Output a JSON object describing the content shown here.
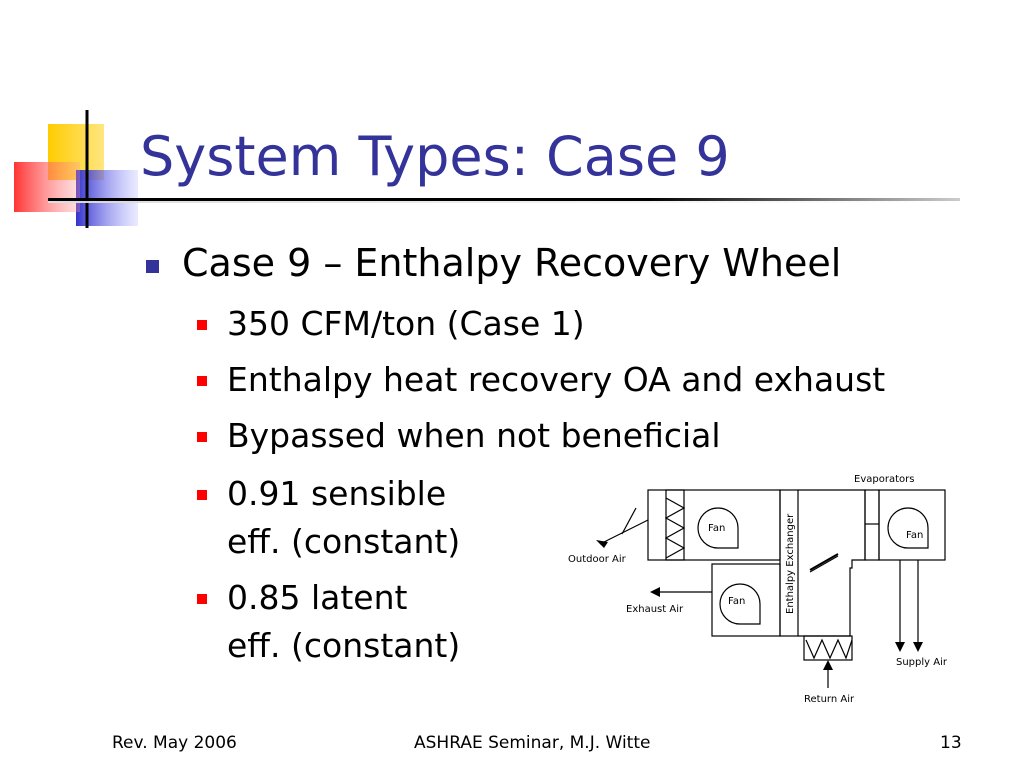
{
  "slide": {
    "title": "System Types: Case 9",
    "bullets": {
      "main": "Case 9 – Enthalpy Recovery Wheel",
      "sub": [
        {
          "line1": "350 CFM/ton (Case 1)"
        },
        {
          "line1": "Enthalpy heat recovery OA and exhaust"
        },
        {
          "line1": "Bypassed when not beneficial"
        },
        {
          "line1": "0.91 sensible",
          "line2": "eff. (constant)"
        },
        {
          "line1": "0.85 latent",
          "line2": "eff. (constant)"
        }
      ]
    }
  },
  "diagram": {
    "evaporators": "Evaporators",
    "fan_supply": "Fan",
    "fan_outdoor": "Fan",
    "fan_exhaust": "Fan",
    "outdoor_air": "Outdoor Air",
    "exhaust_air": "Exhaust Air",
    "return_air": "Return Air",
    "supply_air": "Supply Air",
    "enthalpy_exchanger": "Enthalpy Exchanger"
  },
  "footer": {
    "left": "Rev. May 2006",
    "center": "ASHRAE Seminar, M.J. Witte",
    "right": "13"
  },
  "colors": {
    "title": "#333399",
    "main_bullet": "#333399",
    "sub_bullet": "#ff0000",
    "deco_yellow": "#ffcc00",
    "deco_red": "#ff3333",
    "deco_blue": "#3333cc"
  }
}
